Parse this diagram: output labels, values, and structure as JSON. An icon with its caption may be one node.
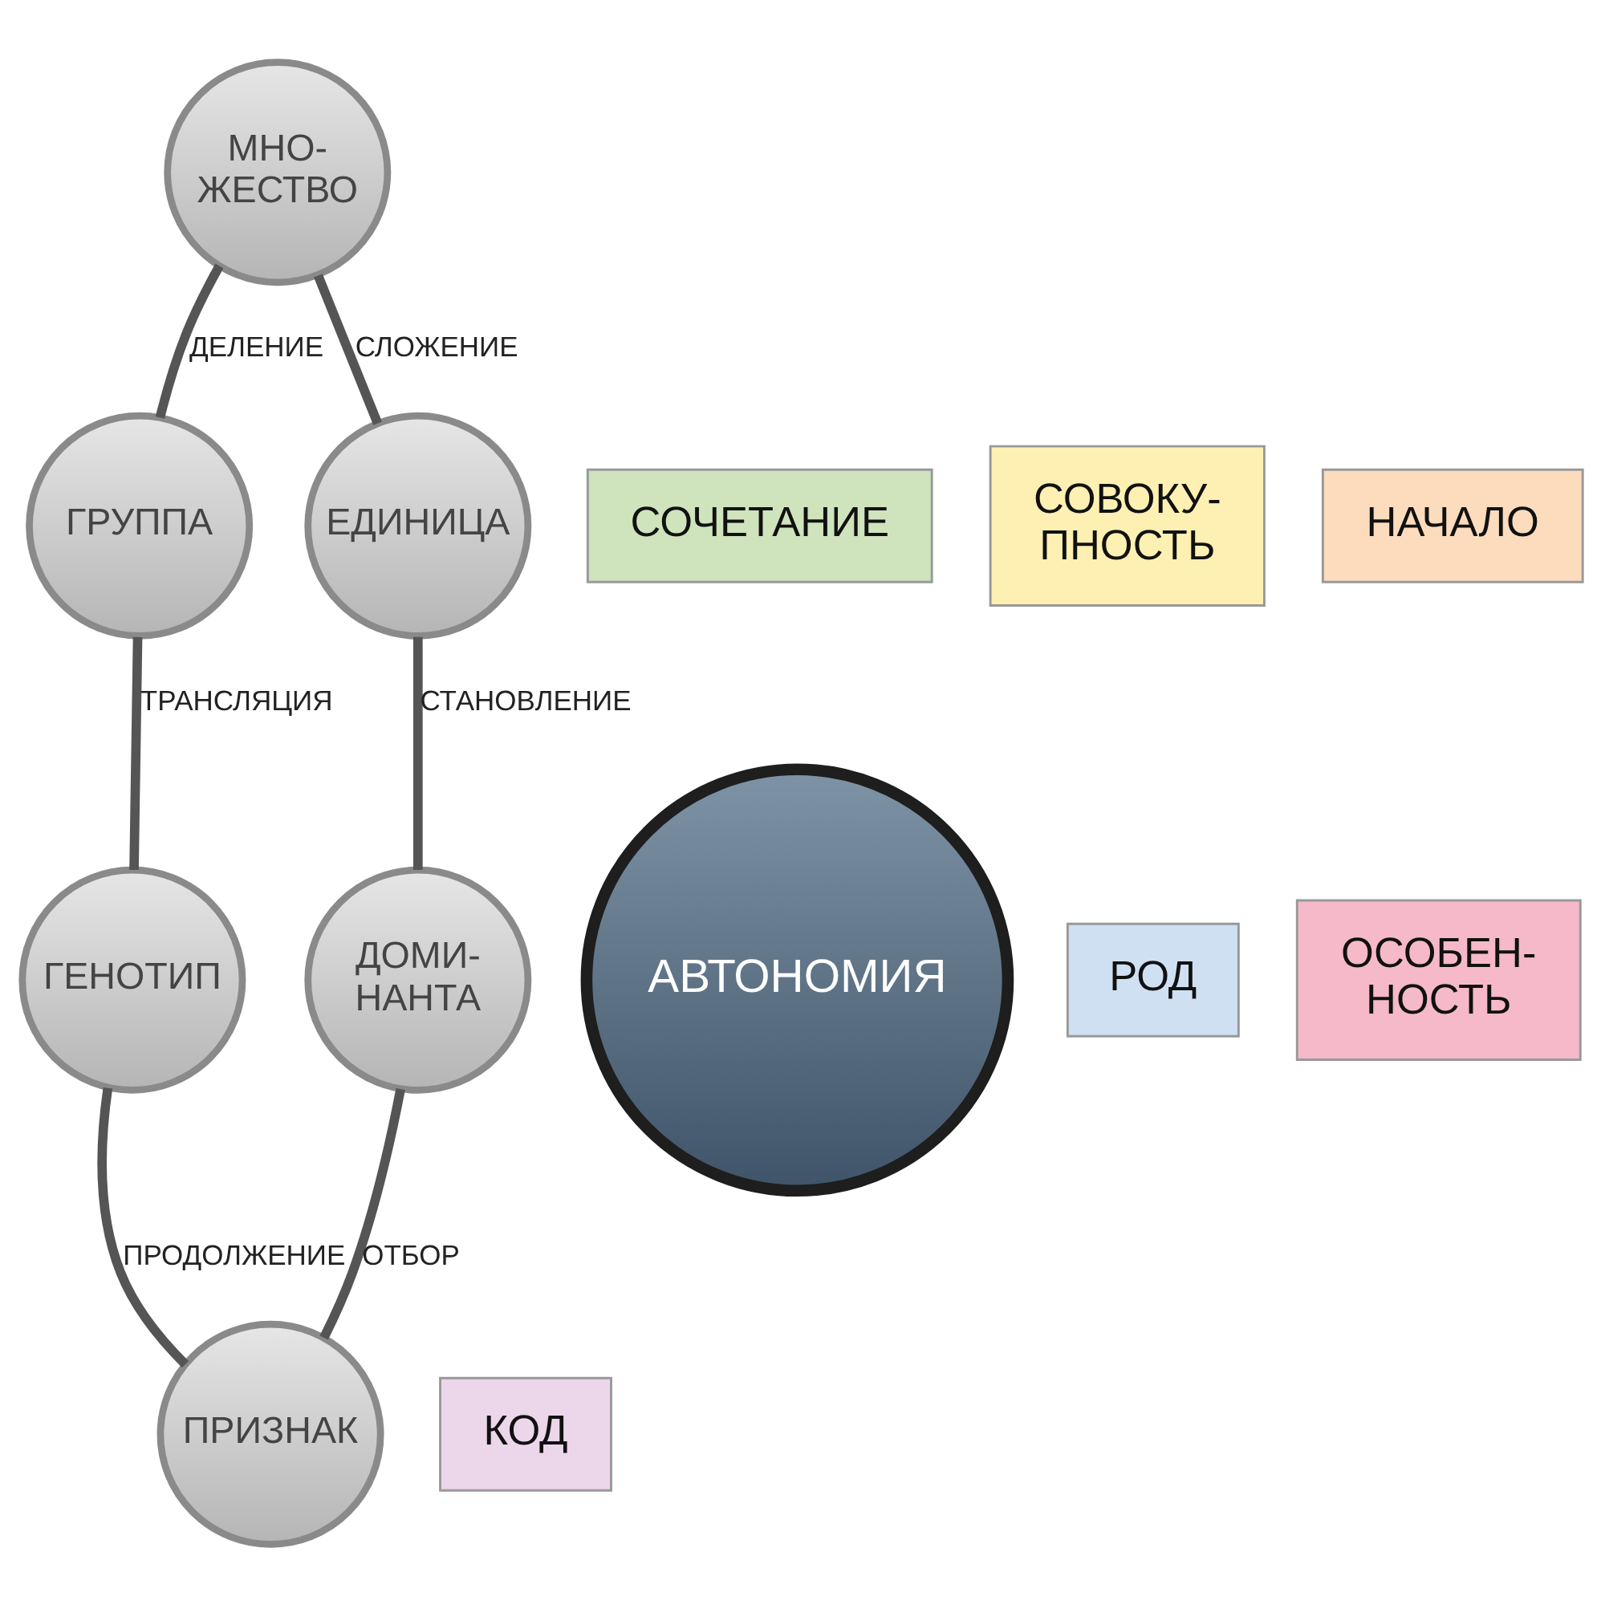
{
  "diagram": {
    "nodes": [
      {
        "text": [
          "МНО- ЖЕСТВО"
        ]
      },
      {
        "text": [
          "ГРУППА"
        ]
      },
      {
        "text": [
          "СОЧЕТАНИЕ"
        ]
      },
      {
        "text": [
          "СОВОКУ- ПНОСТЬ"
        ]
      },
      {
        "text": [
          "НАЧАЛО"
        ]
      },
      {
        "text": [
          "ЕДИНИЦА"
        ]
      },
      {
        "text": [
          "АВТОНОМИЯ"
        ]
      },
      {
        "text": [
          "РОД"
        ]
      },
      {
        "text": [
          "ОСОБЕН- НОСТЬ"
        ]
      },
      {
        "text": [
          "ГЕНОТИП"
        ]
      },
      {
        "text": [
          "ДОМИ- НАНТА"
        ]
      },
      {
        "text": [
          "КОД"
        ]
      },
      {
        "text": [
          "ПРИЗНАК"
        ]
      }
    ],
    "edges": [
      {
        "from": 0,
        "to": 1,
        "arrow": "none",
        "label": "ДЕЛЕНИЕ"
      },
      {
        "from": 0,
        "to": 5,
        "arrow": "none",
        "label": "СЛОЖЕНИЕ"
      },
      {
        "from": 1,
        "to": 9,
        "arrow": "none",
        "label": "ТРАНСЛЯЦИЯ"
      },
      {
        "from": 5,
        "to": 10,
        "arrow": "none",
        "label": "СТАНОВЛЕНИЕ"
      },
      {
        "from": 9,
        "to": 12,
        "arrow": "none",
        "label": "ПРОДОЛЖЕНИЕ"
      },
      {
        "from": 10,
        "to": 12,
        "arrow": "none",
        "label": "ОТБОР"
      }
    ]
  }
}
